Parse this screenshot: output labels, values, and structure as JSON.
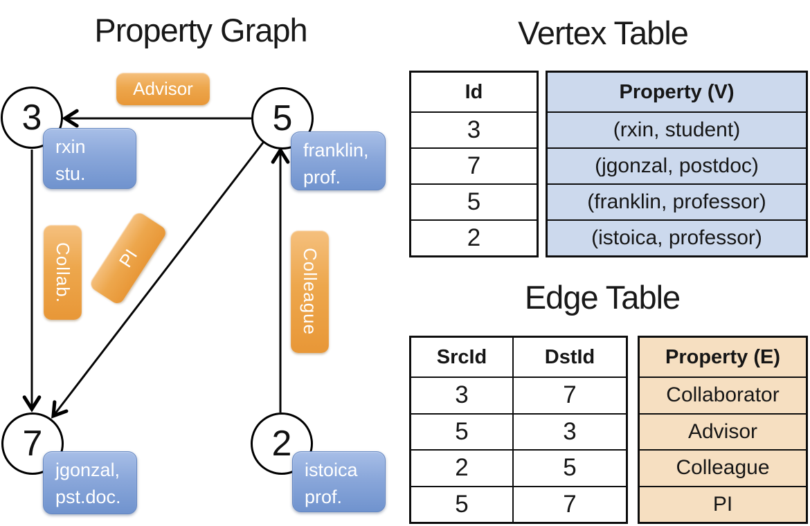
{
  "graph": {
    "title": "Property Graph",
    "nodes": [
      {
        "id": "3",
        "line1": "rxin",
        "line2": "stu."
      },
      {
        "id": "5",
        "line1": "franklin,",
        "line2": "prof."
      },
      {
        "id": "7",
        "line1": "jgonzal,",
        "line2": "pst.doc."
      },
      {
        "id": "2",
        "line1": "istoica",
        "line2": "prof."
      }
    ],
    "edges": [
      {
        "label": "Advisor",
        "from": "5",
        "to": "3"
      },
      {
        "label": "Collab.",
        "from": "3",
        "to": "7"
      },
      {
        "label": "PI",
        "from": "5",
        "to": "7"
      },
      {
        "label": "Colleague",
        "from": "2",
        "to": "5"
      }
    ]
  },
  "vertex_table": {
    "title": "Vertex Table",
    "columns": {
      "id": "Id",
      "property": "Property (V)"
    },
    "rows": [
      {
        "id": "3",
        "property": "(rxin, student)"
      },
      {
        "id": "7",
        "property": "(jgonzal, postdoc)"
      },
      {
        "id": "5",
        "property": "(franklin, professor)"
      },
      {
        "id": "2",
        "property": "(istoica, professor)"
      }
    ]
  },
  "edge_table": {
    "title": "Edge Table",
    "columns": {
      "src": "SrcId",
      "dst": "DstId",
      "property": "Property (E)"
    },
    "rows": [
      {
        "src": "3",
        "dst": "7",
        "property": "Collaborator"
      },
      {
        "src": "5",
        "dst": "3",
        "property": "Advisor"
      },
      {
        "src": "2",
        "dst": "5",
        "property": "Colleague"
      },
      {
        "src": "5",
        "dst": "7",
        "property": "PI"
      }
    ]
  },
  "colors": {
    "vertex_property_fill": "#ccd9ed",
    "edge_property_fill": "#f6dfc1",
    "node_property_blue": "#7e9cd4",
    "edge_label_orange": "#eda74d",
    "line_black": "#000000"
  }
}
